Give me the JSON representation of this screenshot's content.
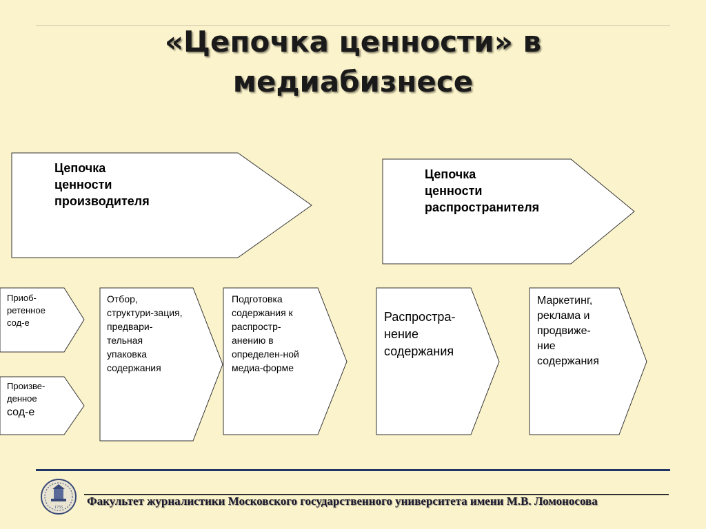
{
  "title": {
    "line1": "«Цепочка ценности» в",
    "line2": "медиабизнесе"
  },
  "chains": {
    "producer": {
      "line1": "Цепочка",
      "line2": "ценности",
      "line3": "производителя"
    },
    "distributor": {
      "line1": "Цепочка",
      "line2": "ценности",
      "line3": "распространителя"
    }
  },
  "steps": {
    "acquired": [
      "Приоб-",
      "ретенное",
      "сод-е"
    ],
    "produced": [
      "Произве-",
      "денное",
      "сод-е"
    ],
    "selection": [
      "Отбор,",
      "структури-зация,",
      "предвари-",
      "тельная",
      "упаковка",
      "содержания"
    ],
    "preparation": [
      "Подготовка",
      "содержания к",
      "распростр-",
      "анению в",
      "определен-ной",
      "медиа-форме"
    ],
    "distribution": [
      "Распростра-",
      "нение",
      "содержания"
    ],
    "marketing": [
      "Маркетинг,",
      "реклама и",
      "продвиже-",
      "ние",
      "содержания"
    ]
  },
  "footer": {
    "text": "Факультет журналистики Московского государственного университета имени М.В. Ломоносова",
    "emblem_year": "1755"
  },
  "colors": {
    "background": "#fbf3cb",
    "shape_fill": "#ffffff",
    "shape_stroke": "#333333",
    "rule": "#1f3564"
  }
}
